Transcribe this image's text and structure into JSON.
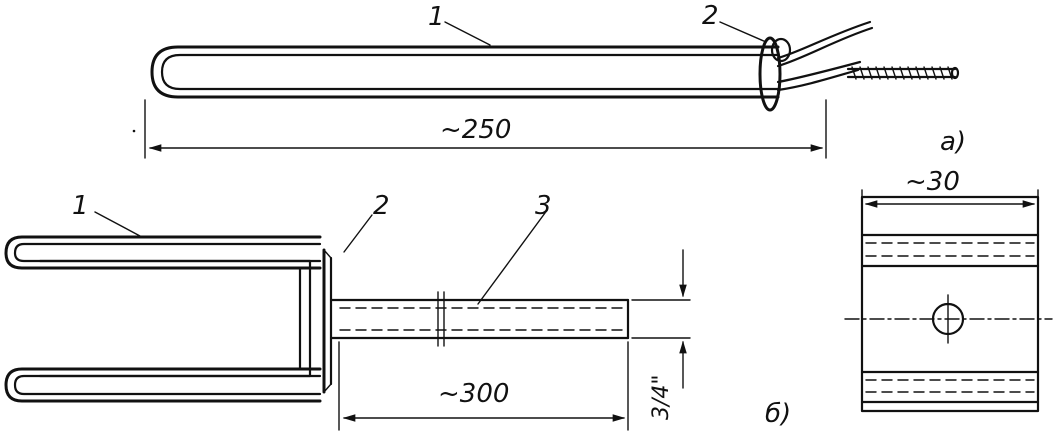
{
  "view_a": {
    "caption": "a)",
    "part_labels": [
      "1",
      "2"
    ],
    "dimension": "~250"
  },
  "view_b": {
    "caption": "б)",
    "part_labels": [
      "1",
      "2",
      "3"
    ],
    "dimension_length": "~300",
    "dimension_pipe": "3/4\""
  },
  "view_side": {
    "dimension": "~30"
  }
}
